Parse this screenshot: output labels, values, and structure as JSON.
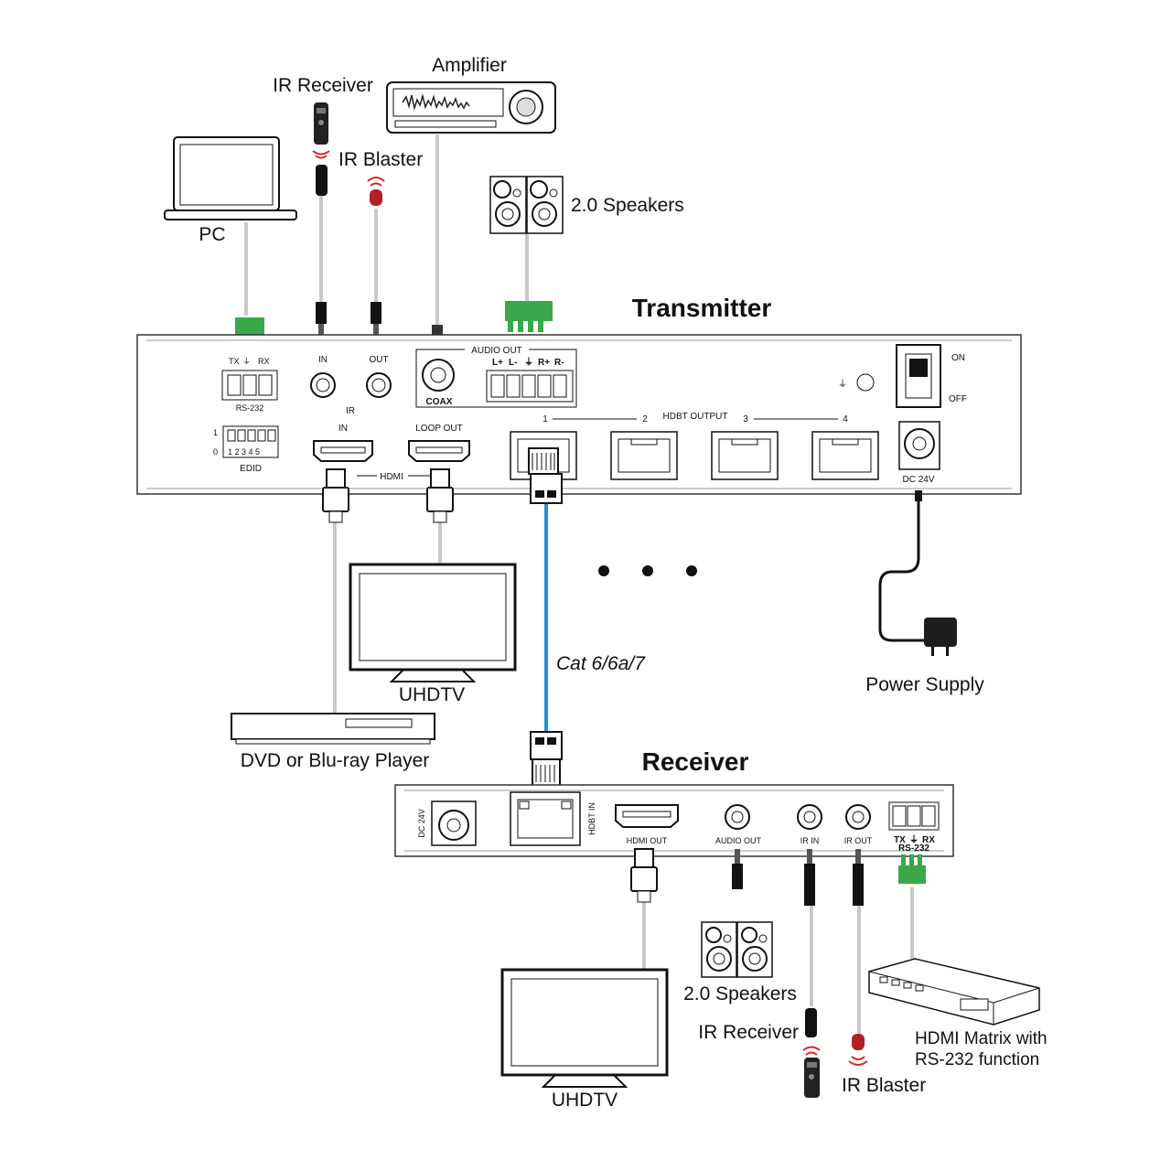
{
  "labels": {
    "amplifier": "Amplifier",
    "ir_receiver_top": "IR Receiver",
    "ir_blaster_top": "IR Blaster",
    "pc": "PC",
    "speakers_top": "2.0 Speakers",
    "transmitter": "Transmitter",
    "uhdtv_top": "UHDTV",
    "dvd_player": "DVD or Blu-ray Player",
    "cable": "Cat 6/6a/7",
    "power_supply": "Power Supply",
    "receiver": "Receiver",
    "uhdtv_bottom": "UHDTV",
    "speakers_bottom": "2.0 Speakers",
    "ir_receiver_bottom": "IR Receiver",
    "ir_blaster_bottom": "IR Blaster",
    "matrix_line1": "HDMI Matrix with",
    "matrix_line2": "RS-232 function"
  },
  "transmitter_panel": {
    "rs232_tx": "TX",
    "rs232_rx": "RX",
    "rs232": "RS-232",
    "edid": "EDID",
    "edid_1": "1",
    "edid_0": "0",
    "edid_switches": "1 2 3 4 5",
    "ir_in": "IN",
    "ir_out": "OUT",
    "ir": "IR",
    "hdmi_in": "IN",
    "loop_out": "LOOP OUT",
    "hdmi": "HDMI",
    "audio_out": "AUDIO OUT",
    "coax": "COAX",
    "l_plus": "L+",
    "l_minus": "L-",
    "r_plus": "R+",
    "r_minus": "R-",
    "hdbt_output": "HDBT OUTPUT",
    "port1": "1",
    "port2": "2",
    "port3": "3",
    "port4": "4",
    "on": "ON",
    "off": "OFF",
    "dc24v": "DC 24V"
  },
  "receiver_panel": {
    "dc24v": "DC 24V",
    "hdbt_in": "HDBT IN",
    "hdmi_out": "HDMI OUT",
    "audio_out": "AUDIO OUT",
    "ir_in": "IR IN",
    "ir_out": "IR OUT",
    "tx": "TX",
    "rx": "RX",
    "rs232": "RS-232"
  },
  "colors": {
    "terminal_green": "#3aa84a",
    "cable_blue": "#2b8fd1",
    "ir_red": "#d8262b"
  }
}
